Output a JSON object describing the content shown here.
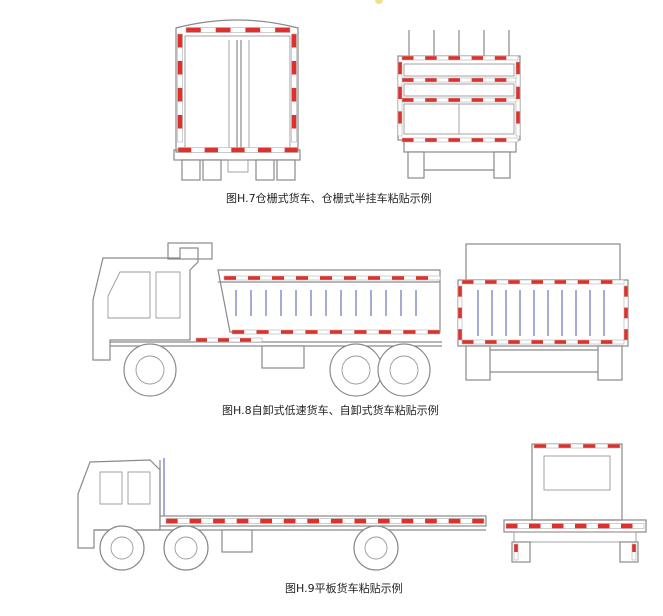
{
  "colors": {
    "outline": "#8a8a8a",
    "reflective_red": "#e0302b",
    "reflective_white": "#ffffff",
    "accent_line": "#7f86c8"
  },
  "figures": [
    {
      "id": "h7",
      "caption": "图H.7仓栅式货车、仓栅式半挂车粘贴示例"
    },
    {
      "id": "h8",
      "caption": "图H.8自卸式低速货车、自卸式货车粘贴示例"
    },
    {
      "id": "h9",
      "caption": "图H.9平板货车粘贴示例"
    }
  ]
}
